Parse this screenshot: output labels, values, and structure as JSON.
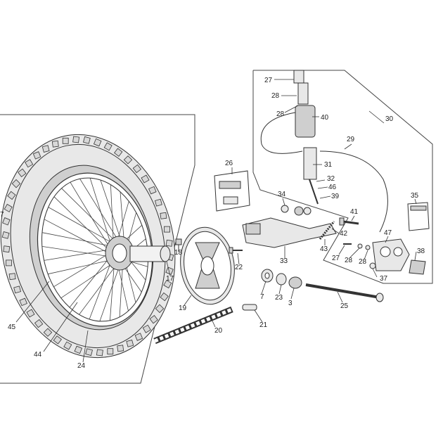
{
  "labels": [
    {
      "id": "l27a",
      "text": "27"
    },
    {
      "id": "l28a",
      "text": "28"
    },
    {
      "id": "l28b",
      "text": "28"
    },
    {
      "id": "l40",
      "text": "40"
    },
    {
      "id": "l30",
      "text": "30"
    },
    {
      "id": "l29",
      "text": "29"
    },
    {
      "id": "l31",
      "text": "31"
    },
    {
      "id": "l26",
      "text": "26"
    },
    {
      "id": "l34",
      "text": "34"
    },
    {
      "id": "l32",
      "text": "32"
    },
    {
      "id": "l46",
      "text": "46"
    },
    {
      "id": "l39",
      "text": "39"
    },
    {
      "id": "l35",
      "text": "35"
    },
    {
      "id": "l41",
      "text": "41"
    },
    {
      "id": "l42",
      "text": "42"
    },
    {
      "id": "l43",
      "text": "43"
    },
    {
      "id": "l47",
      "text": "47"
    },
    {
      "id": "l27b",
      "text": "27"
    },
    {
      "id": "l28c",
      "text": "28"
    },
    {
      "id": "l28d",
      "text": "28"
    },
    {
      "id": "l38",
      "text": "38"
    },
    {
      "id": "l37",
      "text": "37"
    },
    {
      "id": "l33",
      "text": "33"
    },
    {
      "id": "l18",
      "text": "18"
    },
    {
      "id": "l22",
      "text": "22"
    },
    {
      "id": "l17",
      "text": "17"
    },
    {
      "id": "l19",
      "text": "19"
    },
    {
      "id": "l7a",
      "text": "7"
    },
    {
      "id": "l7b",
      "text": "7"
    },
    {
      "id": "l23",
      "text": "23"
    },
    {
      "id": "l3",
      "text": "3"
    },
    {
      "id": "l25",
      "text": "25"
    },
    {
      "id": "l20",
      "text": "20"
    },
    {
      "id": "l21",
      "text": "21"
    },
    {
      "id": "l45",
      "text": "45"
    },
    {
      "id": "l44",
      "text": "44"
    },
    {
      "id": "l24",
      "text": "24"
    }
  ]
}
